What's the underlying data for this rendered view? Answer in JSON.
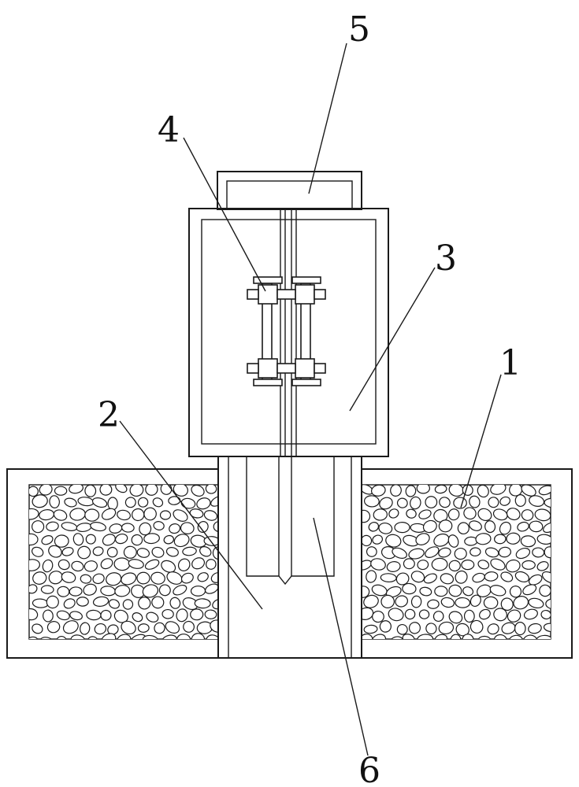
{
  "colors": {
    "stroke": "#1a1a1a",
    "background": "#ffffff"
  },
  "labels": {
    "label_1": "1",
    "label_2": "2",
    "label_3": "3",
    "label_4": "4",
    "label_5": "5",
    "label_6": "6"
  }
}
